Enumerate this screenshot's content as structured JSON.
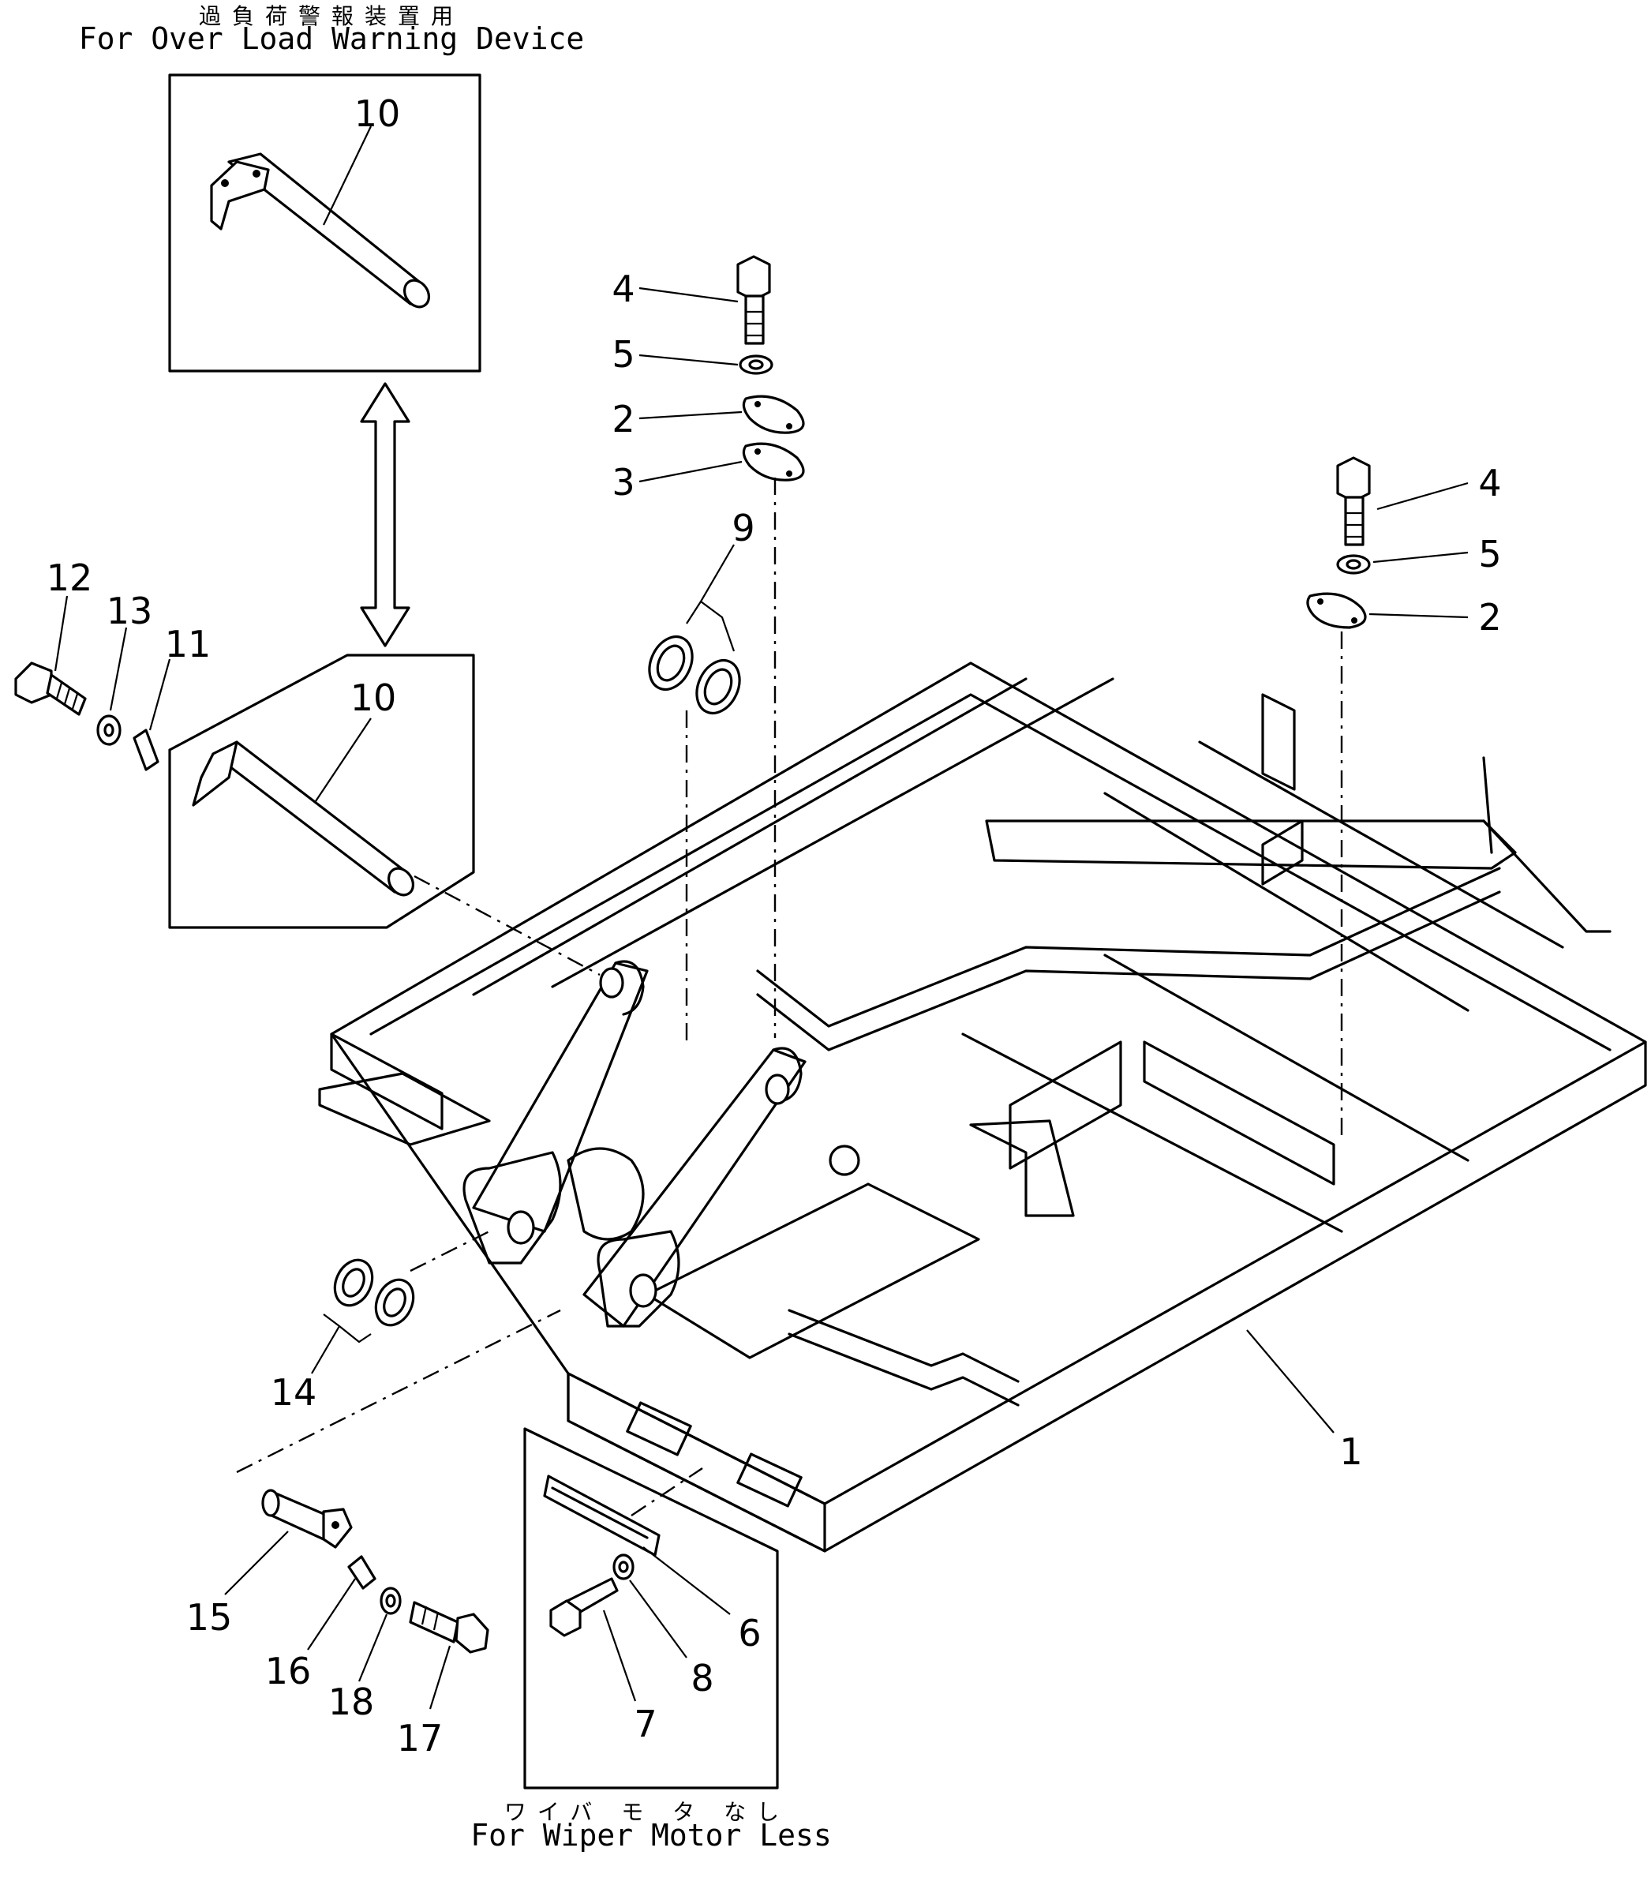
{
  "captions": {
    "top_jp": "過負荷警報装置用",
    "top_en": "For Over Load Warning Device",
    "bottom_jp": "ワイバ モ タ なし",
    "bottom_en": "For Wiper Motor Less"
  },
  "part_labels": {
    "p1": "1",
    "p2a": "2",
    "p2b": "2",
    "p3": "3",
    "p4a": "4",
    "p4b": "4",
    "p5a": "5",
    "p5b": "5",
    "p6": "6",
    "p7": "7",
    "p8": "8",
    "p9": "9",
    "p10a": "10",
    "p10b": "10",
    "p11": "11",
    "p12": "12",
    "p13": "13",
    "p14": "14",
    "p15": "15",
    "p16": "16",
    "p17": "17",
    "p18": "18"
  }
}
